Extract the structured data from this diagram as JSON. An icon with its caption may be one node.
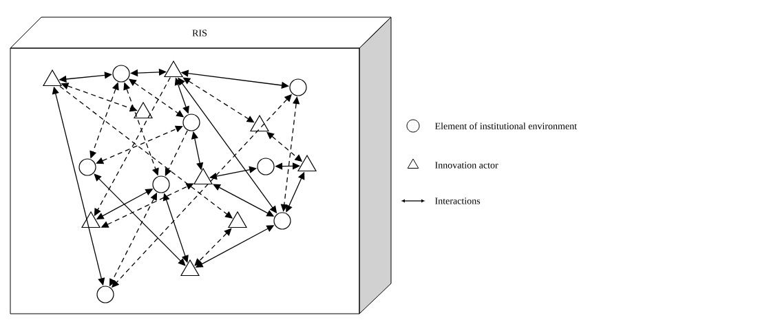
{
  "diagram": {
    "nodes": [
      {
        "text": [
          "RIS"
        ]
      },
      {
        "text": [],
        "shape": "triangle",
        "in": 0
      },
      {
        "text": [],
        "shape": "circle",
        "in": 0
      },
      {
        "text": [],
        "shape": "triangle",
        "in": 0
      },
      {
        "text": [],
        "shape": "circle",
        "in": 0
      },
      {
        "text": [],
        "shape": "triangle",
        "in": 0
      },
      {
        "text": [],
        "shape": "circle",
        "in": 0
      },
      {
        "text": [],
        "shape": "triangle",
        "in": 0
      },
      {
        "text": [],
        "shape": "circle",
        "in": 0
      },
      {
        "text": [],
        "shape": "circle",
        "in": 0
      },
      {
        "text": [],
        "shape": "triangle",
        "in": 0
      },
      {
        "text": [],
        "shape": "circle",
        "in": 0
      },
      {
        "text": [],
        "shape": "triangle",
        "in": 0
      },
      {
        "text": [],
        "shape": "triangle",
        "in": 0
      },
      {
        "text": [],
        "shape": "triangle",
        "in": 0
      },
      {
        "text": [],
        "shape": "circle",
        "in": 0
      },
      {
        "text": [],
        "shape": "triangle",
        "in": 0
      },
      {
        "text": [],
        "shape": "circle",
        "in": 0
      }
    ],
    "edges": [
      {
        "from": 1,
        "to": 2,
        "arrow": "both"
      },
      {
        "from": 2,
        "to": 3,
        "arrow": "both"
      },
      {
        "from": 3,
        "to": 4,
        "arrow": "both"
      },
      {
        "from": 3,
        "to": 6,
        "arrow": "both"
      },
      {
        "from": 3,
        "to": 15,
        "arrow": "both"
      },
      {
        "from": 3,
        "to": 7,
        "arrow": "both",
        "style": "dashed"
      },
      {
        "from": 7,
        "to": 10,
        "arrow": "both",
        "style": "dashed"
      },
      {
        "from": 1,
        "to": 5,
        "arrow": "both",
        "style": "dashed"
      },
      {
        "from": 1,
        "to": 14,
        "arrow": "to",
        "style": "dashed"
      },
      {
        "from": 3,
        "to": 13,
        "arrow": "to",
        "style": "dashed"
      },
      {
        "from": 2,
        "to": 6,
        "arrow": "both",
        "style": "dashed"
      },
      {
        "from": 2,
        "to": 8,
        "arrow": "both",
        "style": "dashed"
      },
      {
        "from": 2,
        "to": 11,
        "arrow": "both",
        "style": "dashed"
      },
      {
        "from": 8,
        "to": 6,
        "arrow": "both",
        "style": "dashed"
      },
      {
        "from": 6,
        "to": 11,
        "arrow": "to",
        "style": "dashed"
      },
      {
        "from": 4,
        "to": 17,
        "arrow": "both",
        "style": "dashed"
      },
      {
        "from": 4,
        "to": 15,
        "arrow": "both",
        "style": "dashed"
      },
      {
        "from": 11,
        "to": 17,
        "arrow": "both",
        "style": "dashed"
      },
      {
        "from": 8,
        "to": 16,
        "arrow": "both"
      },
      {
        "from": 11,
        "to": 13,
        "arrow": "both"
      },
      {
        "from": 11,
        "to": 16,
        "arrow": "both"
      },
      {
        "from": 13,
        "to": 12,
        "arrow": "both",
        "style": "dashed"
      },
      {
        "from": 6,
        "to": 12,
        "arrow": "both"
      },
      {
        "from": 12,
        "to": 9,
        "arrow": "both"
      },
      {
        "from": 9,
        "to": 10,
        "arrow": "both"
      },
      {
        "from": 10,
        "to": 15,
        "arrow": "both"
      },
      {
        "from": 12,
        "to": 15,
        "arrow": "both"
      },
      {
        "from": 14,
        "to": 16,
        "arrow": "both",
        "style": "dashed"
      },
      {
        "from": 16,
        "to": 15,
        "arrow": "both"
      },
      {
        "from": 1,
        "to": 17,
        "arrow": "both"
      }
    ],
    "legend": [
      {
        "text": "Element of institutional environment"
      },
      {
        "text": "Innovation actor"
      },
      {
        "text": "Interactions"
      }
    ]
  }
}
